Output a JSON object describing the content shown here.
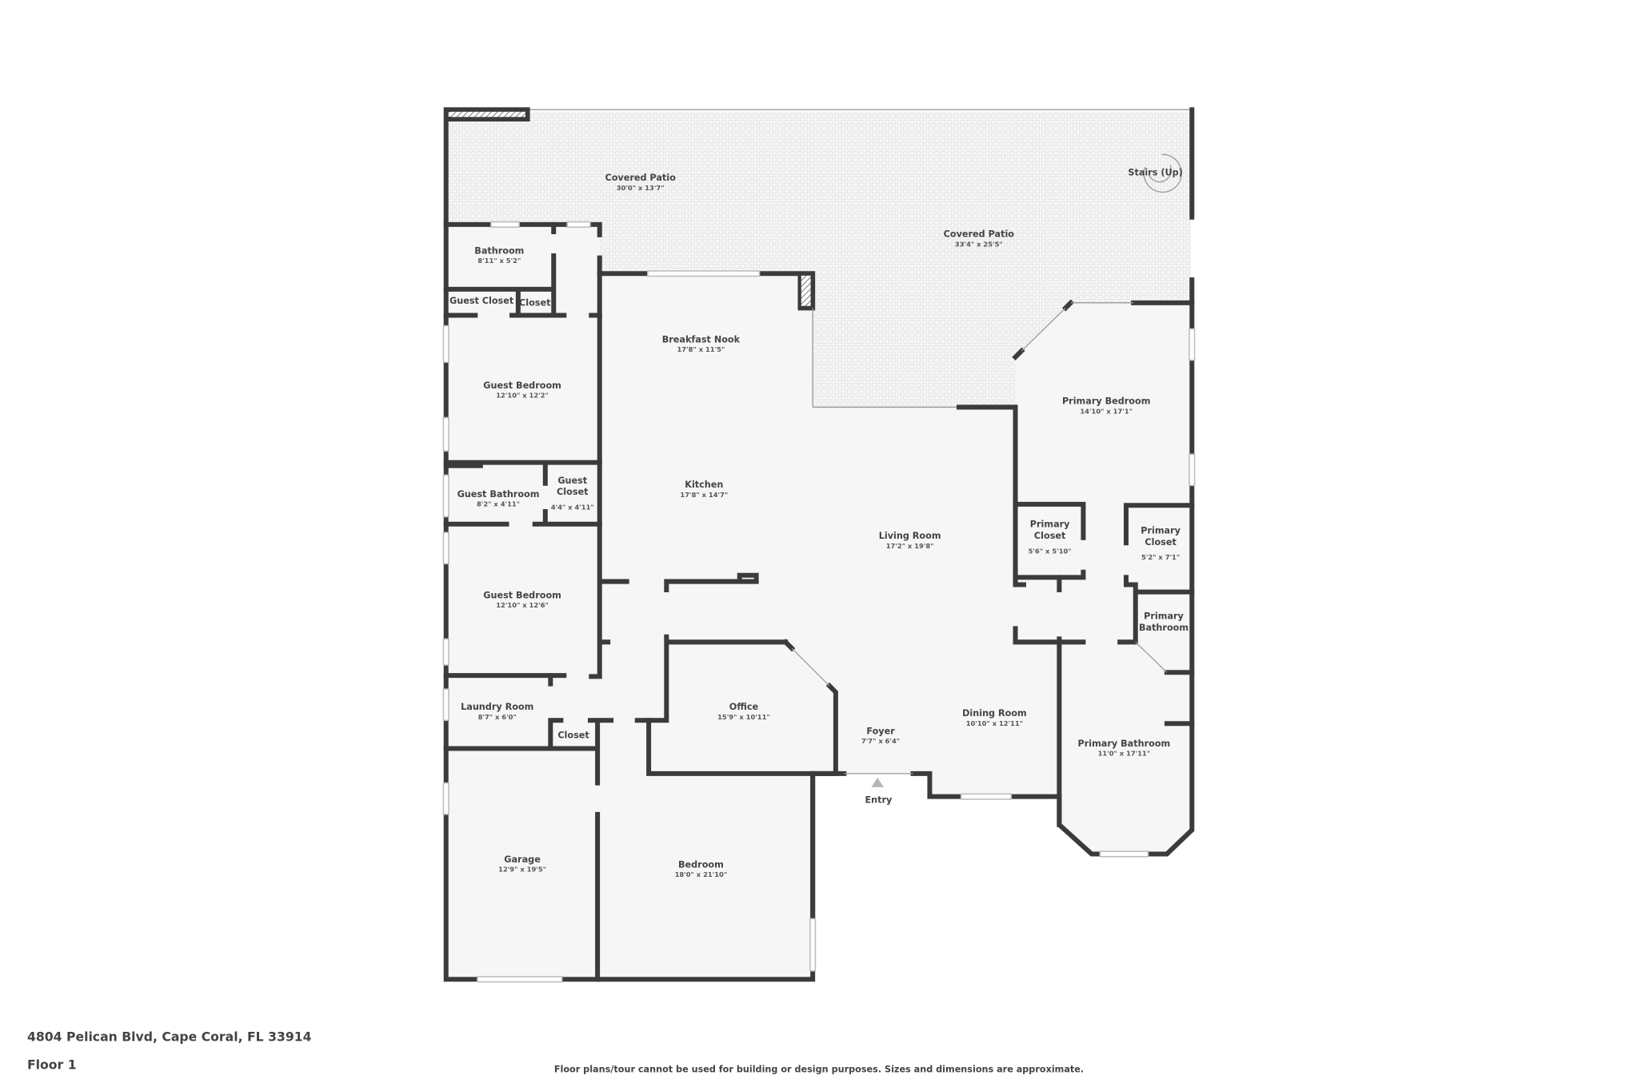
{
  "plan": {
    "rooms": [
      {
        "name": "Covered Patio",
        "dims": "30'0\" x 13'7\""
      },
      {
        "name": "Covered Patio",
        "dims": "33'4\" x 25'5\""
      },
      {
        "name": "Bathroom",
        "dims": "8'11\" x 5'2\""
      },
      {
        "name": "Guest Closet",
        "dims": ""
      },
      {
        "name": "Closet",
        "dims": ""
      },
      {
        "name": "Breakfast Nook",
        "dims": "17'8\" x 11'5\""
      },
      {
        "name": "Guest Bedroom",
        "dims": "12'10\" x 12'2\""
      },
      {
        "name": "Primary Bedroom",
        "dims": "14'10\" x 17'1\""
      },
      {
        "name": "Guest Bathroom",
        "dims": "8'2\" x 4'11\""
      },
      {
        "name": "Guest Closet",
        "dims": "4'4\" x 4'11\""
      },
      {
        "name": "Kitchen",
        "dims": "17'8\" x 14'7\""
      },
      {
        "name": "Living Room",
        "dims": "17'2\" x 19'8\""
      },
      {
        "name": "Primary Closet",
        "dims": "5'6\" x 5'10\""
      },
      {
        "name": "Primary Closet",
        "dims": "5'2\" x 7'1\""
      },
      {
        "name": "Guest Bedroom",
        "dims": "12'10\" x 12'6\""
      },
      {
        "name": "Primary Bathroom",
        "dims": ""
      },
      {
        "name": "Laundry Room",
        "dims": "8'7\" x 6'0\""
      },
      {
        "name": "Office",
        "dims": "15'9\" x 10'11\""
      },
      {
        "name": "Closet",
        "dims": ""
      },
      {
        "name": "Foyer",
        "dims": "7'7\" x 6'4\""
      },
      {
        "name": "Dining Room",
        "dims": "10'10\" x 12'11\""
      },
      {
        "name": "Primary Bathroom",
        "dims": "11'0\" x 17'11\""
      },
      {
        "name": "Garage",
        "dims": "12'9\" x 19'5\""
      },
      {
        "name": "Bedroom",
        "dims": "18'0\" x 21'10\""
      }
    ],
    "stairs_label": "Stairs (Up)",
    "entry_label": "Entry",
    "wall_color": "#3b3b3b",
    "floor_color": "#f6f6f6"
  },
  "footer": {
    "address": "4804 Pelican Blvd, Cape Coral, FL 33914",
    "floor": "Floor 1",
    "disclaimer": "Floor plans/tour cannot be used for building or design purposes. Sizes and dimensions are approximate."
  }
}
